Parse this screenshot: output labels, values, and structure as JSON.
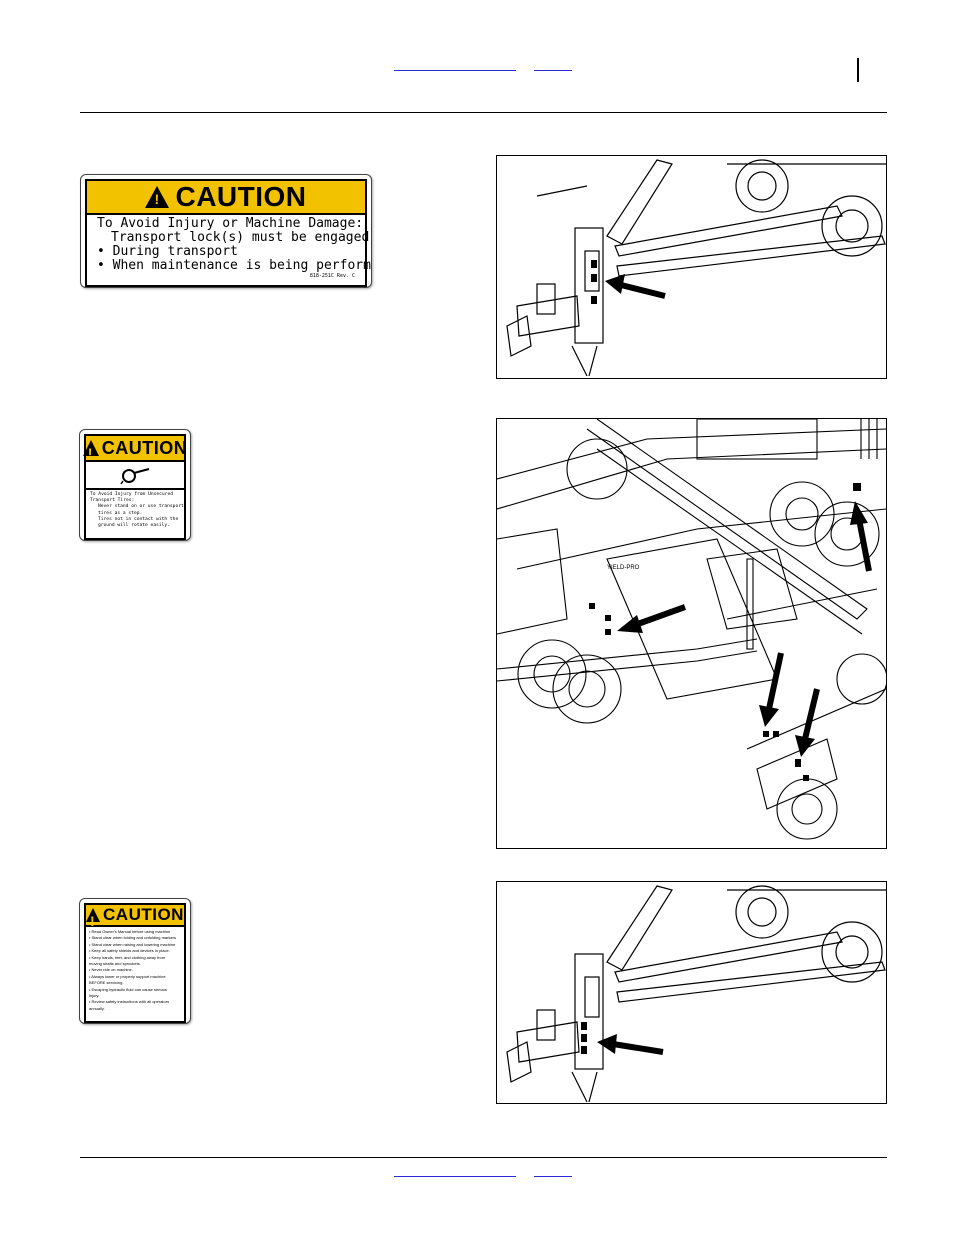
{
  "decal1": {
    "title": "CAUTION",
    "lines": [
      "To Avoid Injury or Machine Damage:",
      "Transport lock(s) must be engaged",
      "• During transport",
      "• When maintenance is being performed"
    ],
    "part_no": "818-251C Rev. C"
  },
  "decal2": {
    "title": "CAUTION",
    "icon": "tire-rotation-icon",
    "lines": [
      "To Avoid Injury from Unsecured",
      "Transport Tires:",
      "Never stand on or use transport",
      "tires as a step.",
      "Tires not in contact with the",
      "ground will rotate easily."
    ]
  },
  "decal3": {
    "title": "CAUTION",
    "lines": [
      "• Read Owner's Manual before using machine",
      "• Stand clear when folding and unfolding markers",
      "• Stand clear when raising and lowering machine",
      "• Keep all safety shields and devices in place.",
      "• Keep hands, feet, and clothing away from",
      "  moving shafts and sprockets.",
      "• Never ride on machine.",
      "• Always lower or properly support machine",
      "  BEFORE servicing.",
      "• Escaping hydraulic fluid can cause serious",
      "  injury.",
      "• Review safety instructions with all operators",
      "  annually."
    ]
  },
  "figures": {
    "fig1": "front-frame-transport-lock-illustration",
    "fig2": "machine-overview-decal-locations-illustration",
    "fig3": "front-frame-caution-decal-illustration",
    "fig2_label": "YIELD-PRO"
  },
  "colors": {
    "caution_yellow": "#f2c200",
    "link_blue": "#2b2bd8"
  }
}
